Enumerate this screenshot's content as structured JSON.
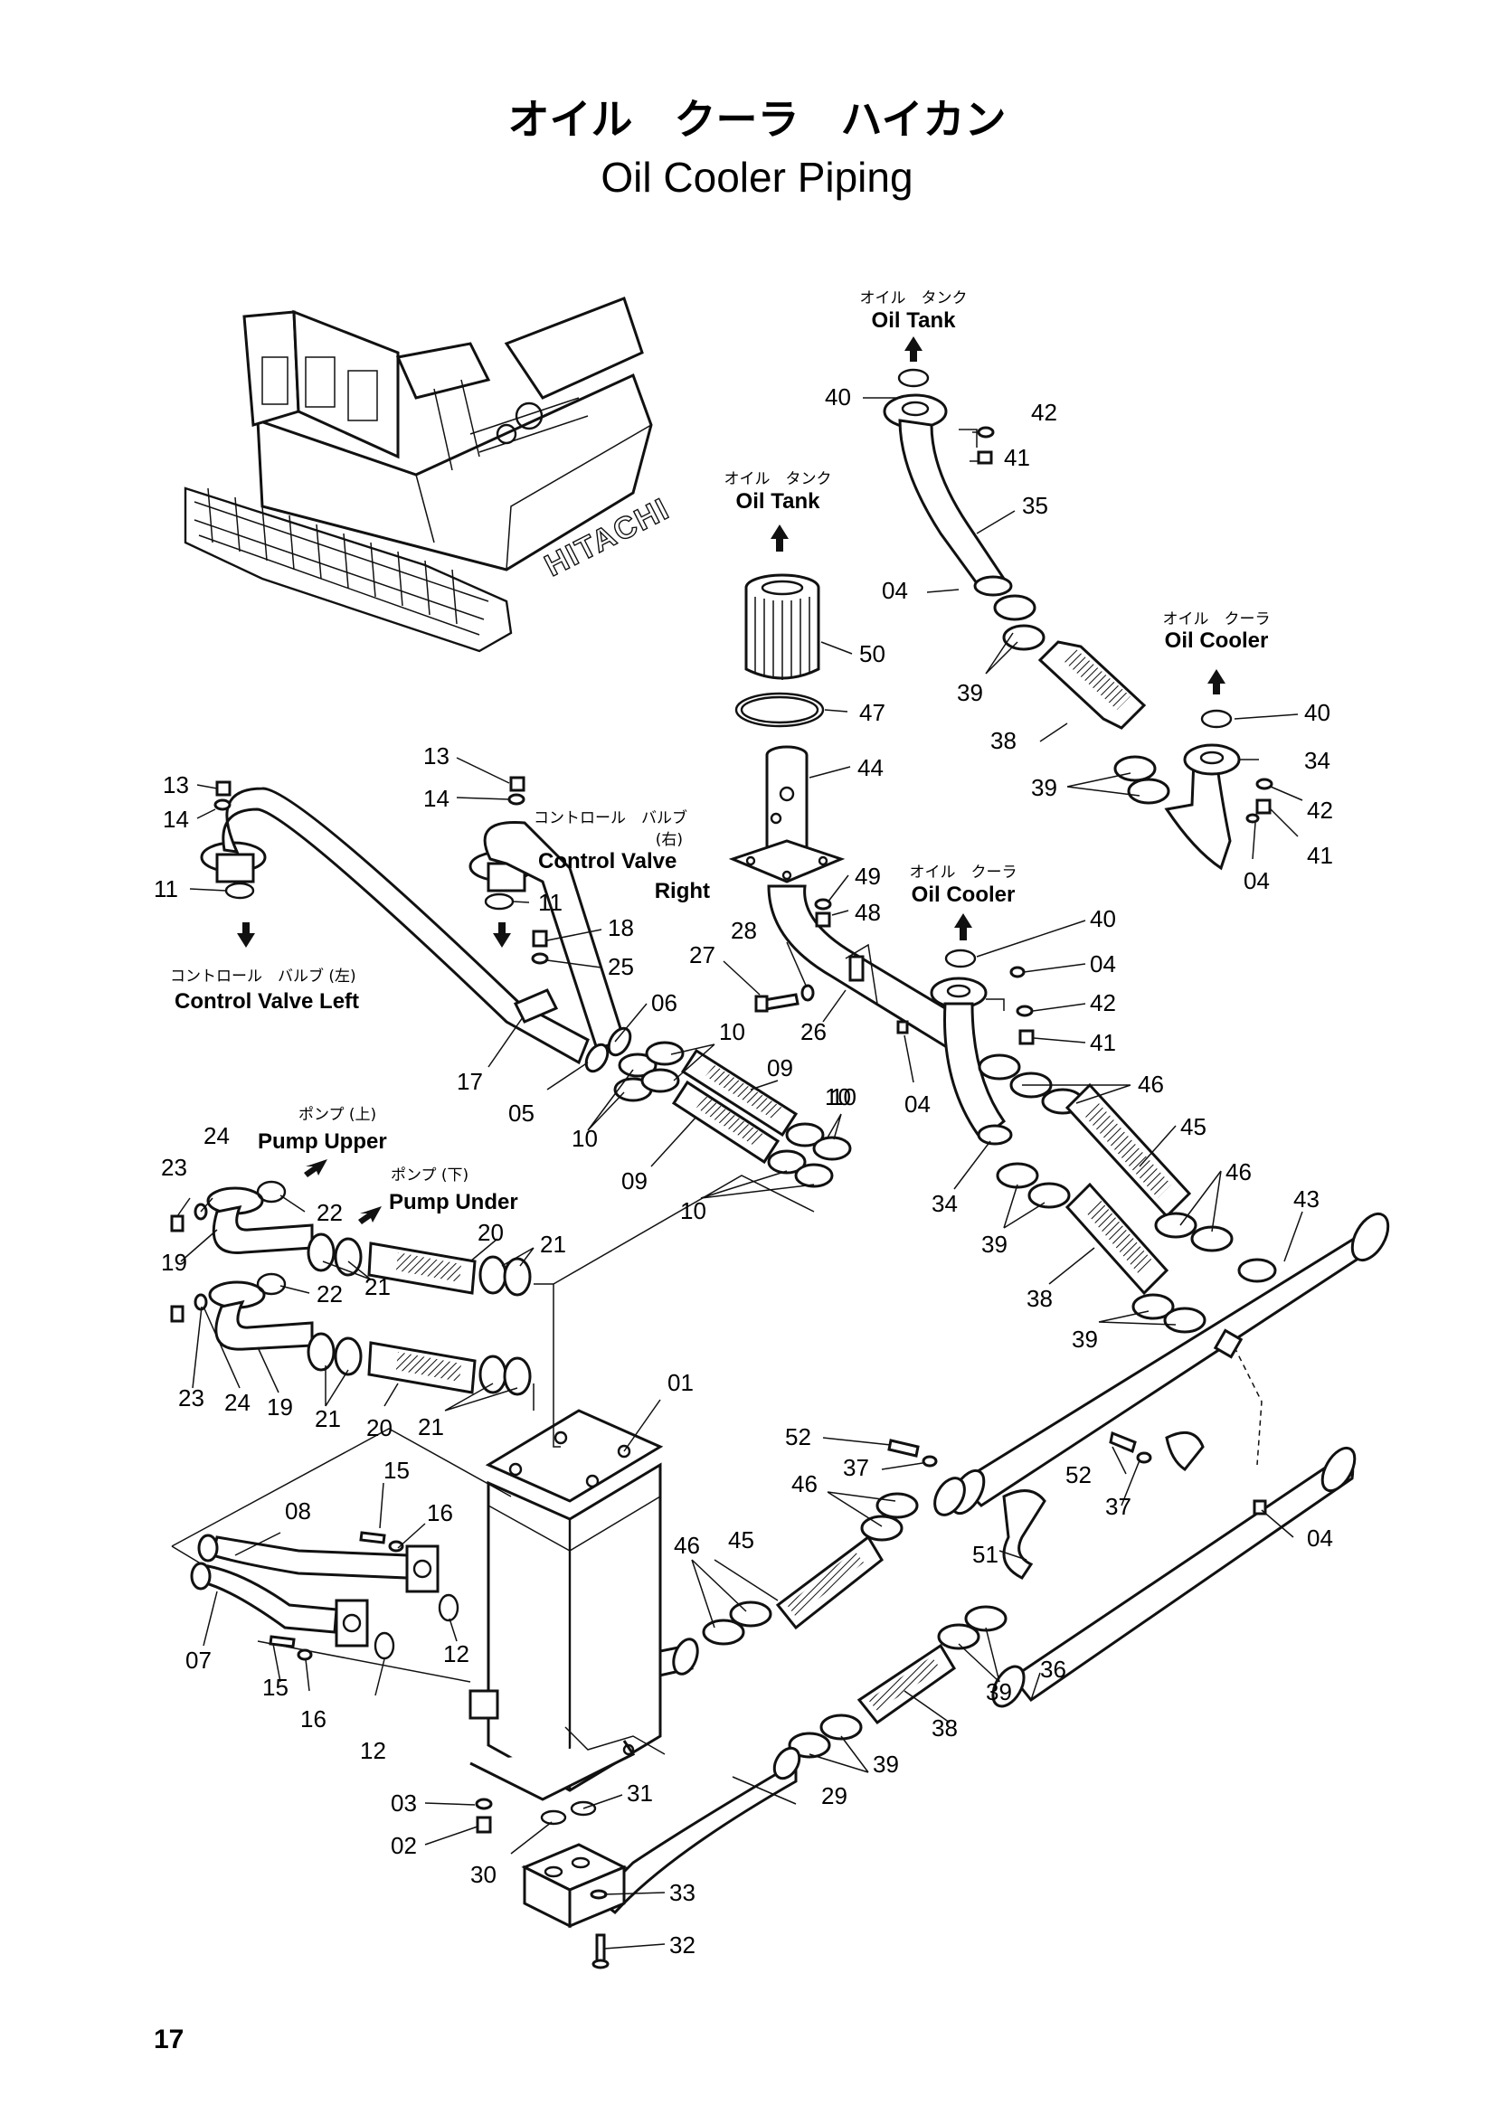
{
  "title": {
    "jp": "オイル　クーラ　ハイカン",
    "en": "Oil Cooler Piping"
  },
  "machine_brand": "HITACHI",
  "destinations": {
    "oil_tank_top": {
      "jp": "オイル　タンク",
      "en": "Oil Tank"
    },
    "oil_tank_mid": {
      "jp": "オイル　タンク",
      "en": "Oil Tank"
    },
    "oil_cooler_right": {
      "jp": "オイル　クーラ",
      "en": "Oil Cooler"
    },
    "oil_cooler_mid": {
      "jp": "オイル　クーラ",
      "en": "Oil Cooler"
    },
    "control_valve_right": {
      "jp": "コントロール　バルブ",
      "jp_side": "(右)",
      "en1": "Control Valve",
      "en2": "Right"
    },
    "control_valve_left": {
      "jp": "コントロール　バルブ (左)",
      "en": "Control Valve Left"
    },
    "pump_upper": {
      "jp": "ポンプ (上)",
      "en": "Pump Upper"
    },
    "pump_under": {
      "jp": "ポンプ (下)",
      "en": "Pump Under"
    }
  },
  "part_labels": [
    "40",
    "42",
    "41",
    "35",
    "04",
    "39",
    "38",
    "40",
    "34",
    "39",
    "42",
    "41",
    "04",
    "50",
    "47",
    "44",
    "49",
    "48",
    "28",
    "27",
    "26",
    "04",
    "40",
    "04",
    "42",
    "41",
    "46",
    "45",
    "46",
    "34",
    "39",
    "38",
    "39",
    "43",
    "13",
    "14",
    "11",
    "13",
    "14",
    "11",
    "18",
    "25",
    "06",
    "10",
    "17",
    "05",
    "10",
    "09",
    "10",
    "09",
    "10",
    "10",
    "24",
    "23",
    "22",
    "22",
    "19",
    "20",
    "21",
    "21",
    "23",
    "24",
    "19",
    "21",
    "20",
    "21",
    "01",
    "52",
    "37",
    "52",
    "37",
    "46",
    "45",
    "46",
    "51",
    "04",
    "36",
    "39",
    "38",
    "39",
    "15",
    "16",
    "08",
    "07",
    "15",
    "16",
    "12",
    "12",
    "03",
    "31",
    "02",
    "30",
    "29",
    "33",
    "32"
  ],
  "page_number": "17"
}
